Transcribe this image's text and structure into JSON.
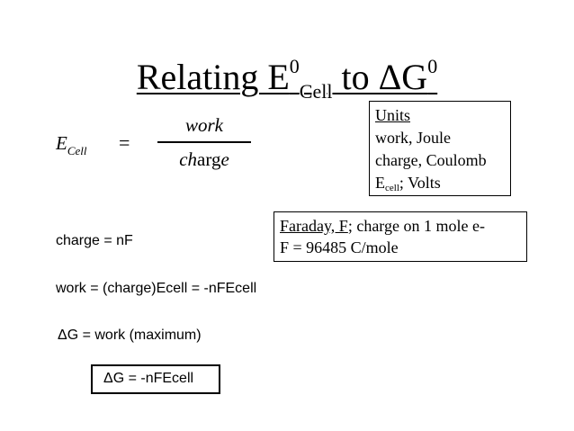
{
  "title": {
    "part1": "Relating E",
    "sup1": "0",
    "sub1": "Cell",
    "part2": " to ΔG",
    "sup2": "0"
  },
  "formula": {
    "lhs": "E",
    "lhs_sub": "Cell",
    "equals": "=",
    "numerator": "work",
    "denominator_italic_1": "ch",
    "denominator_plain": "arg",
    "denominator_italic_2": "e"
  },
  "units": {
    "heading": "Units",
    "work": "work, Joule",
    "charge": "charge, Coulomb",
    "ecell_main": "E",
    "ecell_sub": "cell",
    "ecell_rest": "; Volts"
  },
  "faraday": {
    "term": "Faraday, F",
    "def": "; charge on 1 mole e-",
    "value": "F = 96485 C/mole"
  },
  "equations": {
    "charge": "charge = nF",
    "work": "work = (charge)Ecell  = -nFEcell",
    "delta_g": "ΔG = work (maximum)",
    "result": "ΔG = -nFEcell"
  }
}
